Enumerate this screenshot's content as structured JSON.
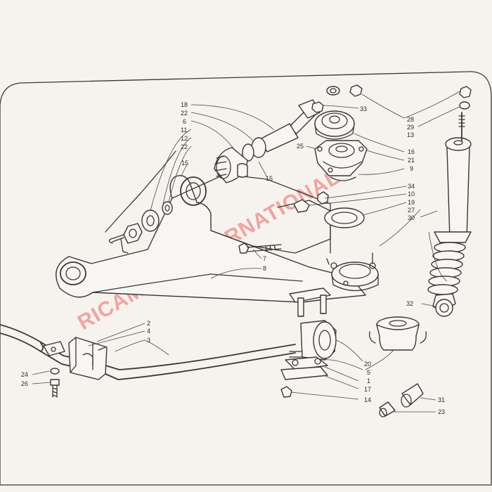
{
  "watermark": "RICAMBIO INTERNATIONAL",
  "accent_color": "#e02a2a",
  "callouts": [
    "18",
    "22",
    "6",
    "11",
    "12",
    "22",
    "15",
    "15",
    "33",
    "25",
    "16",
    "21",
    "9",
    "28",
    "29",
    "13",
    "34",
    "10",
    "19",
    "27",
    "30",
    "7",
    "8",
    "32",
    "2",
    "4",
    "3",
    "20",
    "5",
    "1",
    "17",
    "14",
    "24",
    "26",
    "31",
    "23"
  ]
}
